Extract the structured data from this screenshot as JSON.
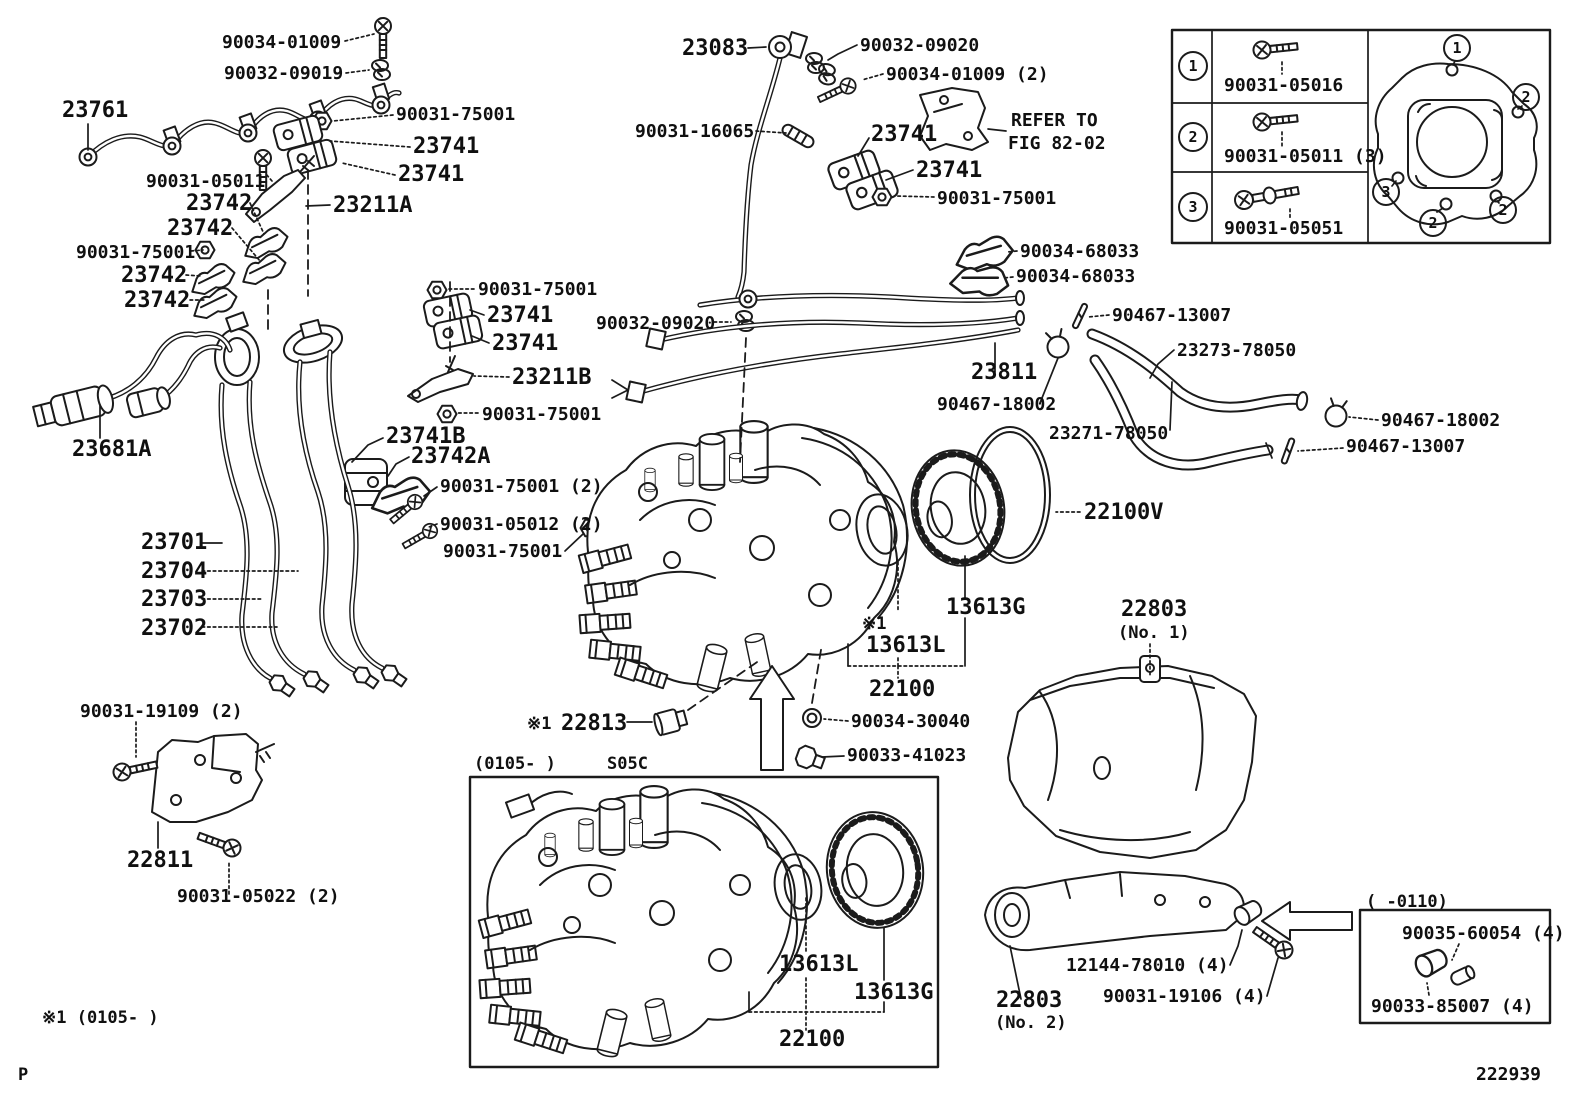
{
  "figure": {
    "description": "Toyota injection pump parts diagram",
    "ink_color": "#1b1b1b",
    "paper_color": "#ffffff"
  },
  "callouts": [
    "90034-01009",
    "90032-09019",
    "23761",
    "90031-75001",
    "23741",
    "23741",
    "90031-05011",
    "23742",
    "23742",
    "90031-75001",
    "23742",
    "23742",
    "23211A",
    "90031-75001",
    "23741",
    "23741",
    "23211B",
    "90031-75001",
    "23741B",
    "23742A",
    "90031-75001 (2)",
    "90031-05012 (2)",
    "90031-75001",
    "23681A",
    "23701",
    "23704",
    "23703",
    "23702",
    "90031-19109 (2)",
    "22811",
    "90031-05022 (2)",
    "※1 (0105-        )",
    "P",
    "23083",
    "90032-09020",
    "90034-01009 (2)",
    "90031-16065",
    "23741",
    "REFER TO",
    "FIG 82-02",
    "23741",
    "90031-75001",
    "90034-68033",
    "90034-68033",
    "90032-09020",
    "23811",
    "90467-13007",
    "23273-78050",
    "90467-18002",
    "23271-78050",
    "90467-18002",
    "90467-13007",
    "22100V",
    "13613G",
    "※1",
    "13613L",
    "22100",
    "90034-30040",
    "90033-41023",
    "※1",
    "22813",
    "(0105-        )",
    "S05C",
    "13613L",
    "13613G",
    "22100",
    "22803",
    "(No. 1)",
    "12144-78010 (4)",
    "90031-19106 (4)",
    "22803",
    "(No. 2)",
    "(        -0110)",
    "90035-60054 (4)",
    "90033-85007 (4)",
    "222939"
  ],
  "table": {
    "rows": [
      {
        "num": "1",
        "part": "90031-05016"
      },
      {
        "num": "2",
        "part": "90031-05011 (3)"
      },
      {
        "num": "3",
        "part": "90031-05051"
      }
    ],
    "gasket_callouts": [
      "1",
      "2",
      "3",
      "2",
      "2"
    ]
  }
}
